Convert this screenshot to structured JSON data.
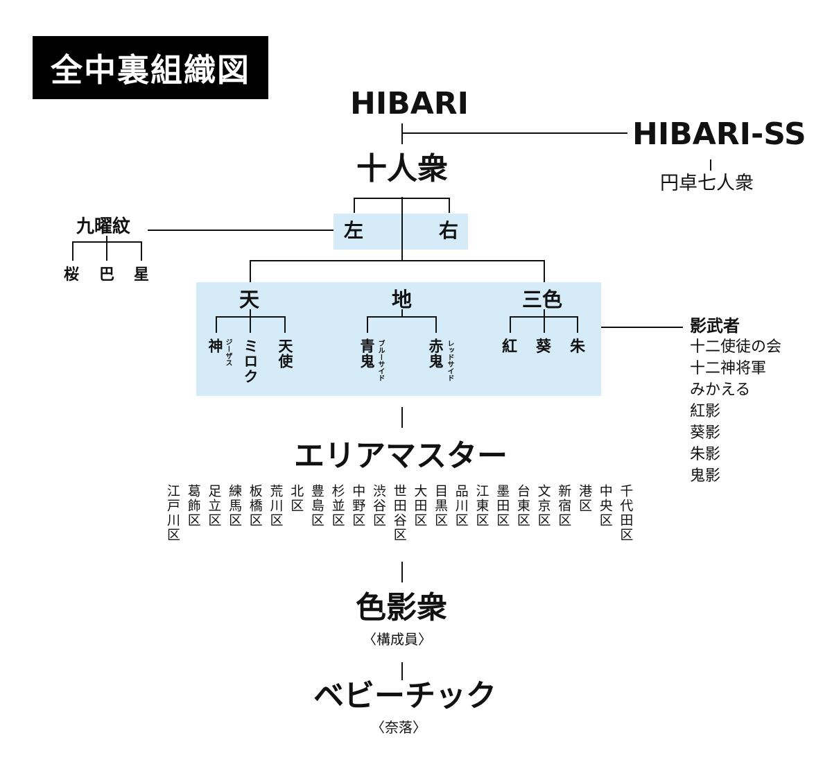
{
  "title": "全中裏組織図",
  "top": {
    "hibari": "HIBARI",
    "hibari_ss": "HIBARI-SS",
    "entaku": "円卓七人衆"
  },
  "junin": "十人衆",
  "left_right": {
    "left": "左",
    "right": "右"
  },
  "kuyomon": {
    "name": "九曜紋",
    "members": [
      "桜",
      "巴",
      "星"
    ]
  },
  "groups": {
    "ten": {
      "name": "天",
      "members": [
        {
          "name": "神",
          "ruby": "ジーザス"
        },
        {
          "name": "ミロク",
          "ruby": ""
        },
        {
          "name": "天使",
          "ruby": ""
        }
      ]
    },
    "chi": {
      "name": "地",
      "members": [
        {
          "name": "青鬼",
          "ruby": "ブルーサイド"
        },
        {
          "name": "赤鬼",
          "ruby": "レッドサイド"
        }
      ]
    },
    "sanshoku": {
      "name": "三色",
      "members": [
        {
          "name": "紅",
          "ruby": ""
        },
        {
          "name": "葵",
          "ruby": ""
        },
        {
          "name": "朱",
          "ruby": ""
        }
      ]
    }
  },
  "kagemusha": [
    "影武者",
    "十二使徒の会",
    "十二神将軍",
    "みかえる",
    "紅影",
    "葵影",
    "朱影",
    "鬼影"
  ],
  "area_master": "エリアマスター",
  "wards": [
    "江戸川区",
    "葛飾区",
    "足立区",
    "練馬区",
    "板橋区",
    "荒川区",
    "北区",
    "豊島区",
    "杉並区",
    "中野区",
    "渋谷区",
    "世田谷区",
    "大田区",
    "目黒区",
    "品川区",
    "江東区",
    "墨田区",
    "台東区",
    "文京区",
    "新宿区",
    "港区",
    "中央区",
    "千代田区"
  ],
  "shikikage": {
    "name": "色影衆",
    "note": "〈構成員〉"
  },
  "babychick": {
    "name": "ベビーチック",
    "note": "〈奈落〉"
  }
}
